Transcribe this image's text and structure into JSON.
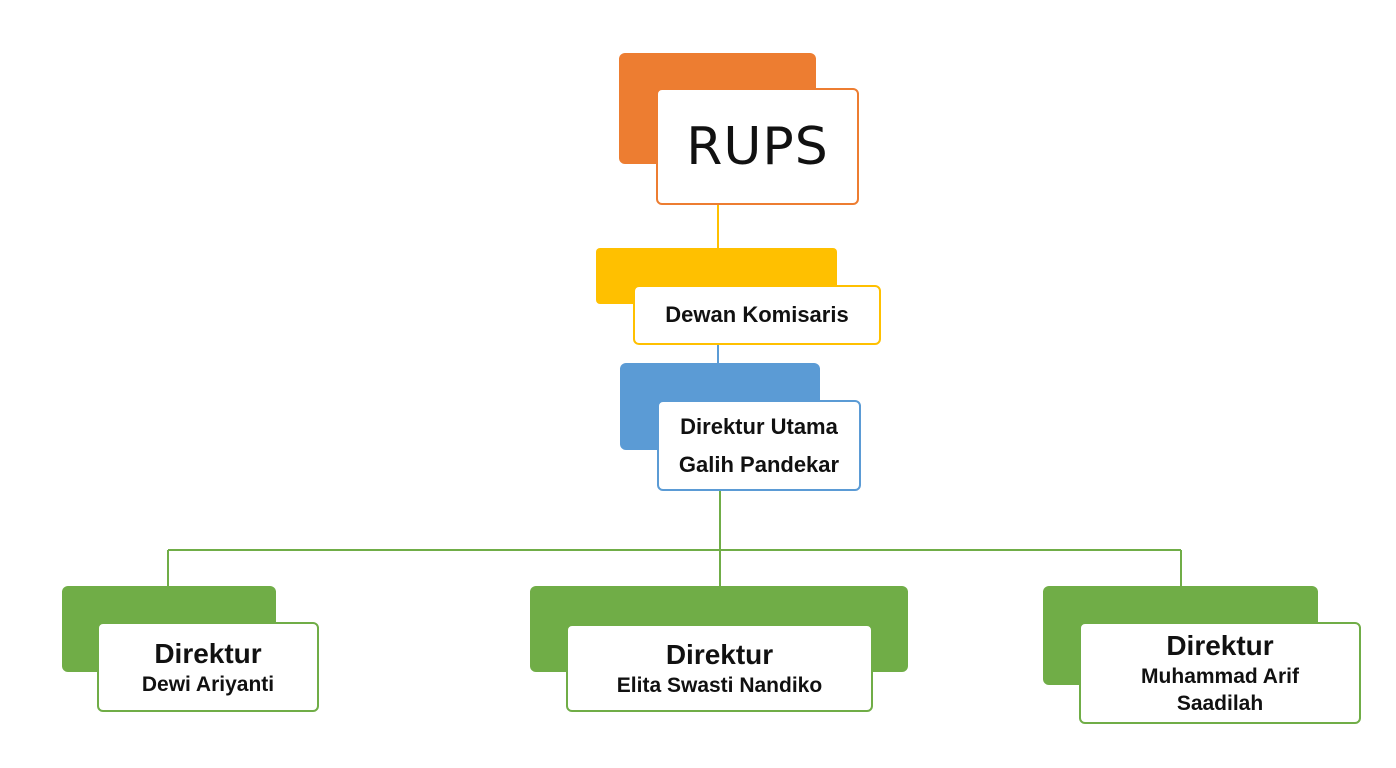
{
  "colors": {
    "rups": "#ed7d31",
    "komisaris": "#ffc000",
    "utama": "#5b9bd5",
    "direktur": "#70ad47"
  },
  "nodes": {
    "rups": {
      "label": "RUPS"
    },
    "komisaris": {
      "label": "Dewan Komisaris"
    },
    "utama": {
      "title": "Direktur Utama",
      "name": "Galih Pandekar"
    },
    "directors": [
      {
        "title": "Direktur",
        "name": "Dewi Ariyanti"
      },
      {
        "title": "Direktur",
        "name": "Elita Swasti Nandiko"
      },
      {
        "title": "Direktur",
        "name_line1": "Muhammad Arif",
        "name_line2": "Saadilah"
      }
    ]
  }
}
